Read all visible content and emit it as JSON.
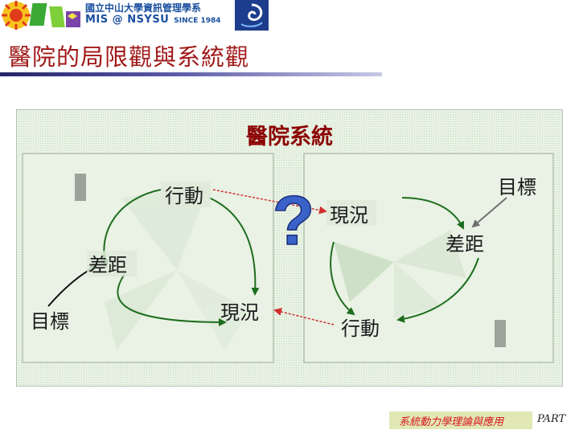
{
  "header": {
    "logo_line1": "國立中山大學資訊管理學系",
    "logo_line2": "MIS @ NSYSU",
    "logo_since": "SINCE 1984"
  },
  "page_title": "醫院的局限觀與系統觀",
  "diagram": {
    "title": "醫院系統",
    "left_loop": {
      "action": "行動",
      "gap": "差距",
      "goal": "目標",
      "status": "現況"
    },
    "right_loop": {
      "goal": "目標",
      "status": "現況",
      "gap": "差距",
      "action": "行動"
    },
    "question_mark": "?"
  },
  "footer": {
    "course": "系統動力學理論與應用",
    "part": "PART"
  },
  "colors": {
    "title_red": "#a01818",
    "arrow_red": "#d03030",
    "loop_green": "#2a7a2a",
    "goal_arrow_gray": "#707070",
    "question_blue": "#3a62c8"
  }
}
